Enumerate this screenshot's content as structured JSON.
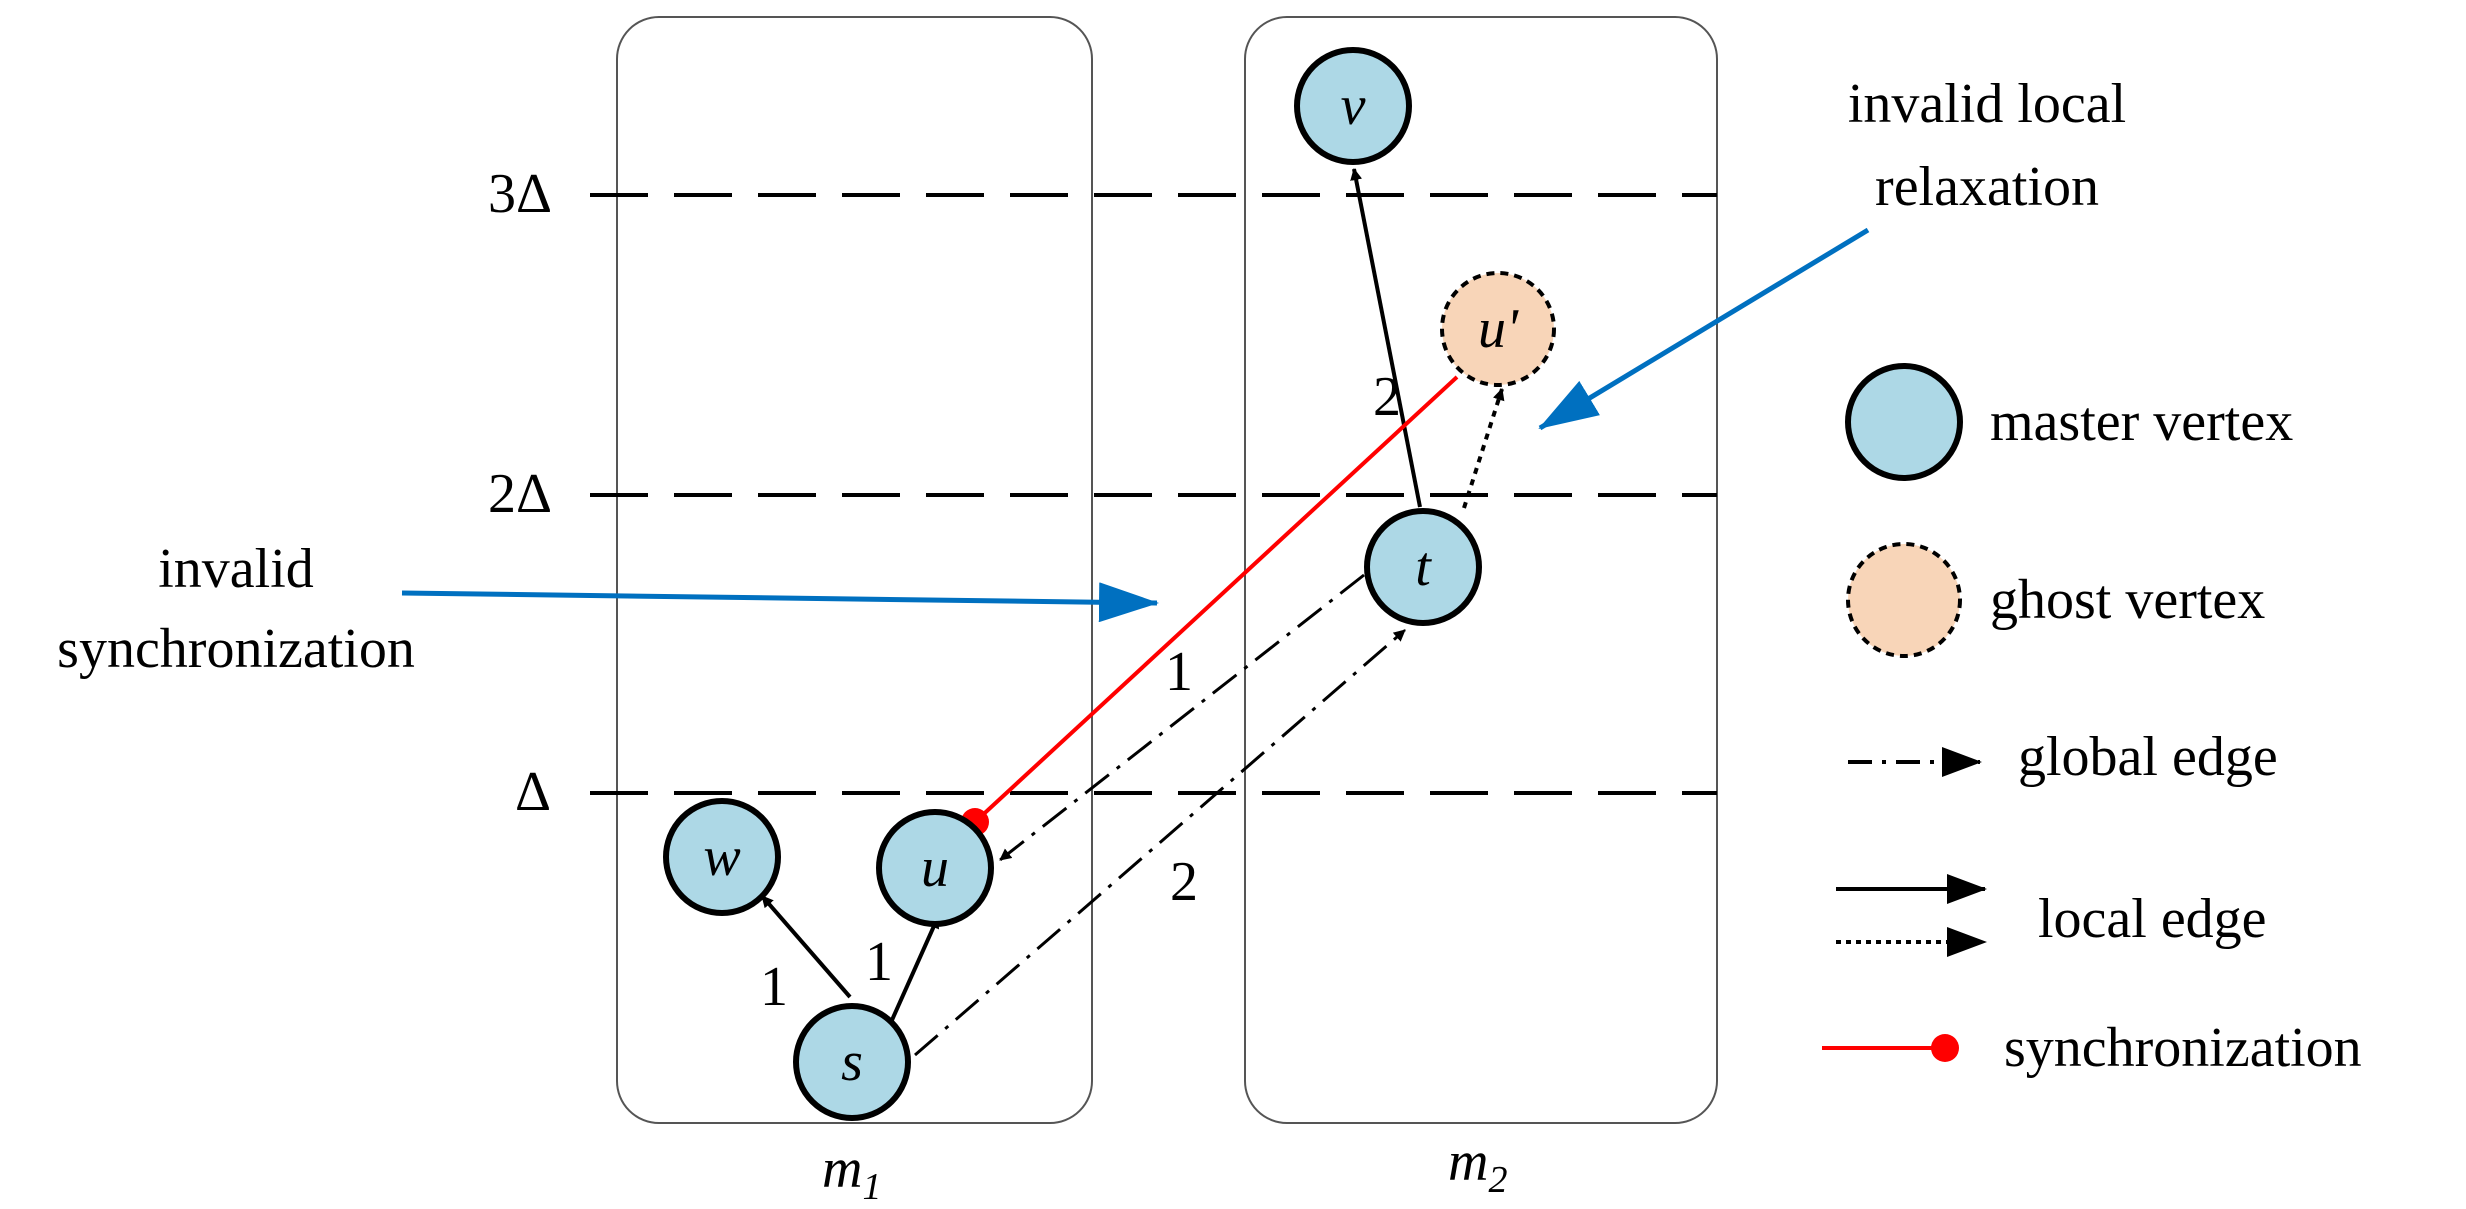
{
  "levels": [
    {
      "label": "3Δ"
    },
    {
      "label": "2Δ"
    },
    {
      "label": "Δ"
    }
  ],
  "machines": [
    {
      "label": "m",
      "sub": "1"
    },
    {
      "label": "m",
      "sub": "2"
    }
  ],
  "vertices": {
    "v": "v",
    "u_ghost": "u'",
    "t": "t",
    "w": "w",
    "u": "u",
    "s": "s"
  },
  "edge_weights": {
    "s_w": "1",
    "s_u": "1",
    "s_t": "2",
    "t_u": "1",
    "t_v": "2"
  },
  "annotations": {
    "invalid_sync_line1": "invalid",
    "invalid_sync_line2": "synchronization",
    "invalid_local_line1": "invalid local",
    "invalid_local_line2": "relaxation"
  },
  "legend": {
    "master": "master vertex",
    "ghost": "ghost vertex",
    "global": "global edge",
    "local": "local edge",
    "sync": "synchronization"
  },
  "colors": {
    "master_fill": "#add8e6",
    "ghost_fill": "#f8d5b8",
    "sync_red": "#ff0000",
    "arrow_blue": "#0070c0",
    "ink": "#000000"
  }
}
